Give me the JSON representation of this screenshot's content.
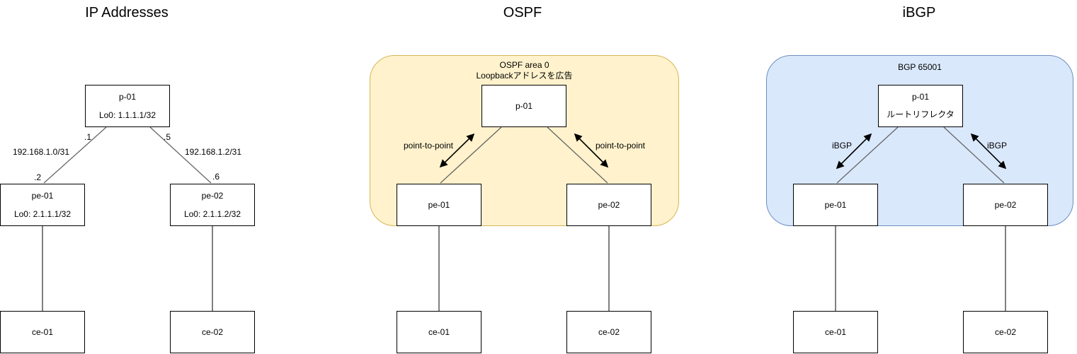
{
  "colors": {
    "canvas_bg": "#ffffff",
    "text": "#000000",
    "node_fill": "#ffffff",
    "node_border": "#000000",
    "link": "#666666",
    "arrow": "#000000",
    "ospf_fill": "#fff2cc",
    "ospf_stroke": "#d6b656",
    "bgp_fill": "#dae8fc",
    "bgp_stroke": "#6c8ebf"
  },
  "diagrams": {
    "ip": {
      "title": "IP Addresses",
      "nodes": {
        "p01": {
          "name": "p-01",
          "loopback": "Lo0: 1.1.1.1/32"
        },
        "pe01": {
          "name": "pe-01",
          "loopback": "Lo0: 2.1.1.1/32"
        },
        "pe02": {
          "name": "pe-02",
          "loopback": "Lo0: 2.1.1.2/32"
        },
        "ce01": {
          "name": "ce-01"
        },
        "ce02": {
          "name": "ce-02"
        }
      },
      "link_labels": {
        "left_subnet": "192.168.1.0/31",
        "right_subnet": "192.168.1.2/31",
        "p01_left_if": ".1",
        "p01_right_if": ".5",
        "pe01_if": ".2",
        "pe02_if": ".6"
      }
    },
    "ospf": {
      "title": "OSPF",
      "group_label": {
        "line1": "OSPF area 0",
        "line2": "Loopbackアドレスを広告"
      },
      "nodes": {
        "p01": {
          "name": "p-01"
        },
        "pe01": {
          "name": "pe-01"
        },
        "pe02": {
          "name": "pe-02"
        },
        "ce01": {
          "name": "ce-01"
        },
        "ce02": {
          "name": "ce-02"
        }
      },
      "link_labels": {
        "left": "point-to-point",
        "right": "point-to-point"
      }
    },
    "ibgp": {
      "title": "iBGP",
      "group_label": "BGP 65001",
      "nodes": {
        "p01": {
          "name": "p-01",
          "role": "ルートリフレクタ"
        },
        "pe01": {
          "name": "pe-01"
        },
        "pe02": {
          "name": "pe-02"
        },
        "ce01": {
          "name": "ce-01"
        },
        "ce02": {
          "name": "ce-02"
        }
      },
      "link_labels": {
        "left": "iBGP",
        "right": "iBGP"
      }
    }
  }
}
